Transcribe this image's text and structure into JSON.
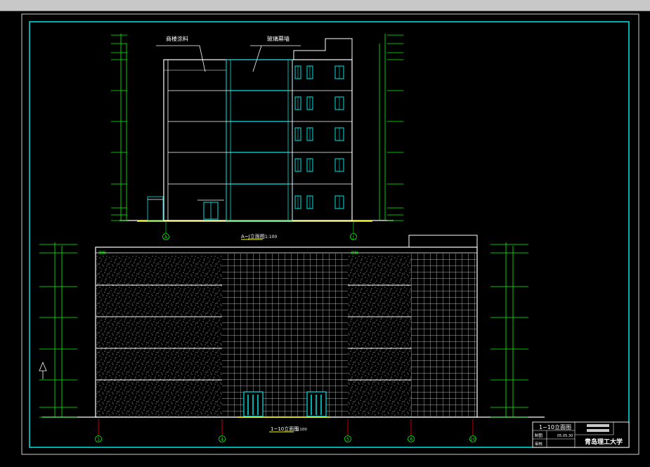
{
  "colors": {
    "background": "#000000",
    "frame": "#00e5e5",
    "structure": "#ffffff",
    "dimension": "#00ff00",
    "accent": "#ffff00",
    "axis": "#ff0000"
  },
  "upper_elevation": {
    "label_left": "商楼涂料",
    "label_right": "玻璃幕墙",
    "title": "A~J立面图",
    "scale": "1:100",
    "axis_left": "A",
    "axis_right": "J"
  },
  "lower_elevation": {
    "title": "1~10立面图",
    "scale": "1:100",
    "wall_label": "涂料",
    "axes": [
      "1",
      "4",
      "5",
      "8",
      "10"
    ]
  },
  "title_block": {
    "drawing_name": "1~10立面图",
    "school": "青岛理工大学",
    "roles": [
      "制图",
      "审核"
    ],
    "date": "05.05.30"
  }
}
